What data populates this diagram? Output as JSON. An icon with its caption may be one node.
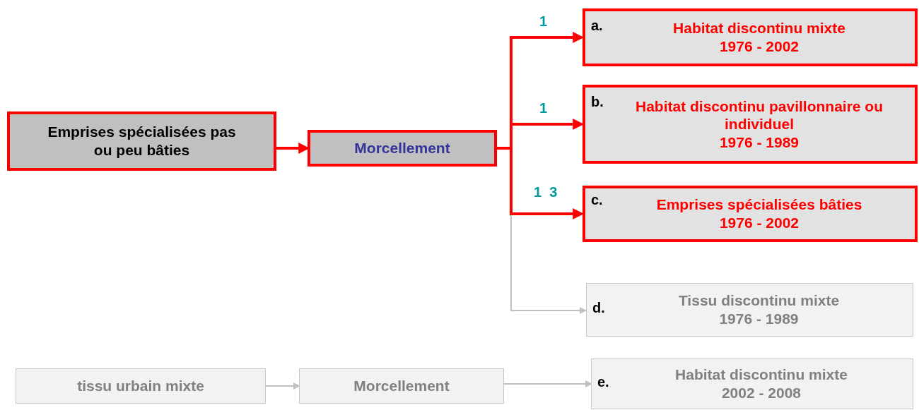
{
  "diagram": {
    "nodes": [
      {
        "text": [
          "Emprises spécialisées pas ou peu bâties"
        ]
      },
      {
        "text": [
          "Morcellement"
        ]
      },
      {
        "text": [
          "a.",
          "Habitat discontinu mixte",
          "1976 - 2002"
        ]
      },
      {
        "text": [
          "b.",
          "Habitat discontinu pavillonnaire ou individuel",
          "1976 - 1989"
        ]
      },
      {
        "text": [
          "c.",
          "Emprises spécialisées bâties",
          "1976 - 2002"
        ]
      },
      {
        "text": [
          "d.",
          "Tissu discontinu mixte",
          "1976 - 1989"
        ]
      },
      {
        "text": [
          "tissu urbain mixte"
        ]
      },
      {
        "text": [
          "Morcellement"
        ]
      },
      {
        "text": [
          "e.",
          "Habitat discontinu mixte",
          "2002 - 2008"
        ]
      }
    ],
    "edges": [
      {
        "from": 0,
        "to": 1,
        "arrow": "to"
      },
      {
        "from": 1,
        "to": 5,
        "arrow": "to",
        "color": "#c0c0c0"
      },
      {
        "from": 1,
        "to": 2,
        "arrow": "to",
        "label": "1"
      },
      {
        "from": 1,
        "to": 3,
        "arrow": "to",
        "label": "1"
      },
      {
        "from": 1,
        "to": 4,
        "arrow": "to",
        "label": "1  3"
      },
      {
        "from": 6,
        "to": 7,
        "arrow": "to",
        "color": "#c0c0c0"
      },
      {
        "from": 7,
        "to": 8,
        "arrow": "to",
        "color": "#c0c0c0"
      }
    ]
  }
}
